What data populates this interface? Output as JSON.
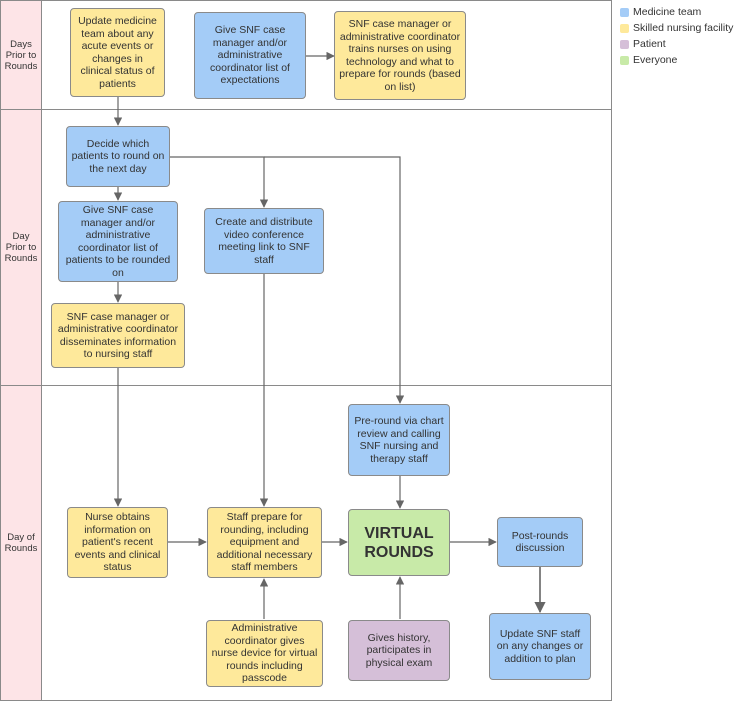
{
  "lanes": [
    {
      "label": "Days\nPrior to\nRounds"
    },
    {
      "label": "Day\nPrior to\nRounds"
    },
    {
      "label": "Day of\nRounds"
    }
  ],
  "boxes": {
    "update_team": "Update medicine team about any acute events or changes in clinical status of patients",
    "give_expectations": "Give SNF case manager and/or administrative coordinator list of expectations",
    "trains_nurses": "SNF case manager or administrative coordinator trains nurses on using technology and what to prepare for rounds  (based on list)",
    "decide_patients": "Decide which patients to round on the next day",
    "give_patient_list": "Give SNF case manager and/or administrative coordinator list of patients to be rounded on",
    "create_link": "Create and distribute video conference meeting link to SNF staff",
    "disseminates": "SNF case manager or administrative coordinator disseminates information to nursing staff",
    "pre_round": "Pre-round via chart review and calling SNF nursing and therapy staff",
    "nurse_obtains": "Nurse obtains information on patient's recent events and clinical status",
    "staff_prepare": "Staff prepare for rounding, including equipment and additional necessary staff members",
    "virtual_rounds": "VIRTUAL ROUNDS",
    "post_rounds": "Post-rounds discussion",
    "admin_device": "Administrative coordinator gives nurse device for virtual rounds including passcode",
    "gives_history": "Gives history, participates in physical exam",
    "update_staff": "Update SNF staff on any changes or addition to plan"
  },
  "legend": [
    {
      "label": "Medicine team",
      "color": "#a4ccf7"
    },
    {
      "label": "Skilled nursing facility",
      "color": "#fee99b"
    },
    {
      "label": "Patient",
      "color": "#d5bfd8"
    },
    {
      "label": "Everyone",
      "color": "#c8eaa8"
    }
  ]
}
